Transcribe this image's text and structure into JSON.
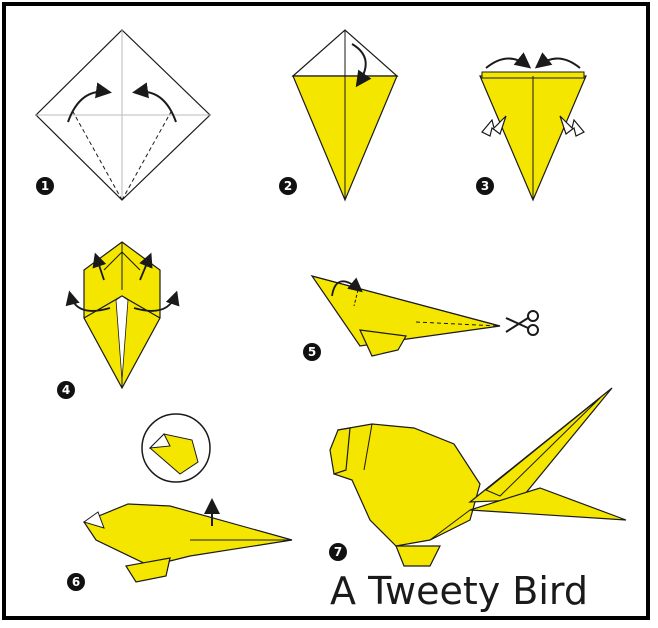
{
  "title": "A Tweety Bird",
  "colors": {
    "paper_front": "#f5e600",
    "paper_back": "#ffffff",
    "outline": "#1a1a1a",
    "frame": "#000000"
  },
  "steps": [
    {
      "number": "1",
      "icon": "fold-arrows-icon"
    },
    {
      "number": "2",
      "icon": "fold-down-arrow-icon"
    },
    {
      "number": "3",
      "icon": "open-squash-arrows-icon"
    },
    {
      "number": "4",
      "icon": "pull-arrows-icon"
    },
    {
      "number": "5",
      "icon": "scissors-icon"
    },
    {
      "number": "6",
      "icon": "up-arrow-icon"
    },
    {
      "number": "7",
      "icon": "finished-bird-icon"
    }
  ]
}
